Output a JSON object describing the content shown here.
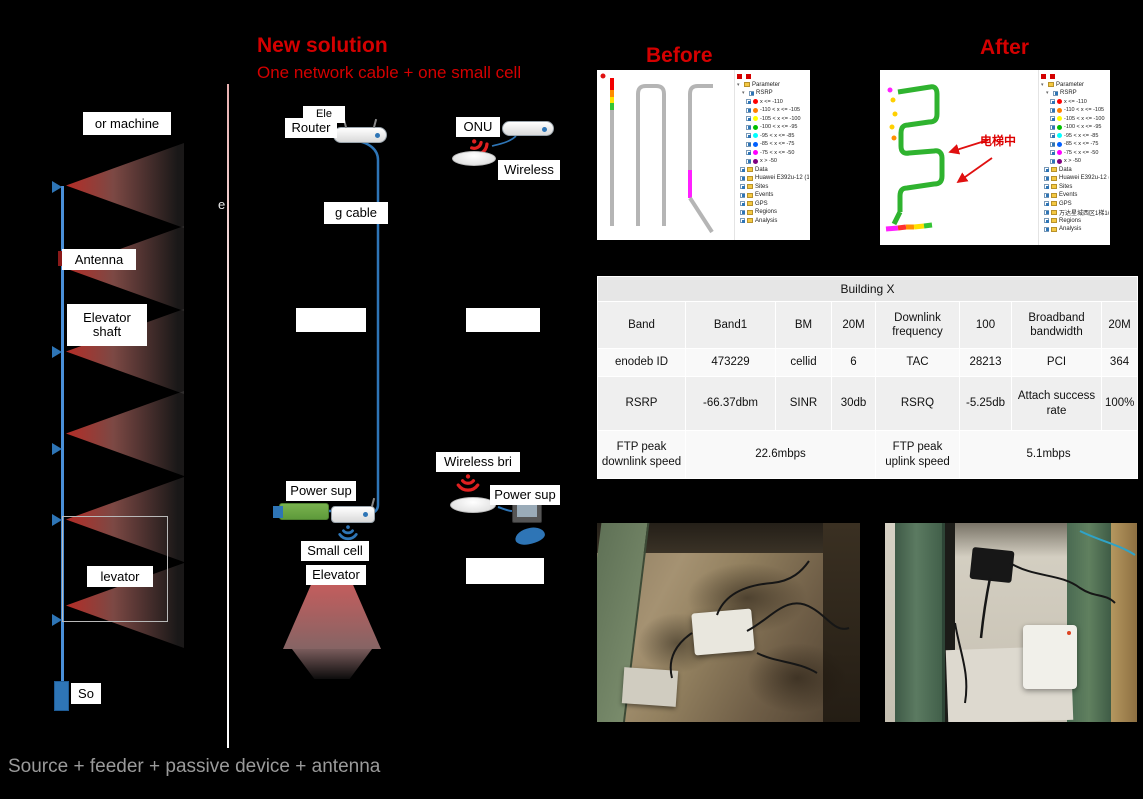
{
  "page": {
    "bg": "#000000",
    "accent": "#d40000"
  },
  "left_diagram": {
    "machine_room_label": "or machine",
    "antenna_label": "Antenna",
    "shaft_label_line1": "Elevator",
    "shaft_label_line2": "shaft",
    "elevator_label": "levator",
    "source_label": "So",
    "stray_letter": "e",
    "caption": "Source + feeder + passive device + antenna"
  },
  "new_solution": {
    "title": "New solution",
    "subtitle": "One network cable + one small cell",
    "router_label": "Router",
    "top_hidden_label": "Ele",
    "cable_label": "g cable",
    "onu_label": "ONU",
    "wireless_label": "Wireless",
    "wireless_bridge_label": "Wireless bri",
    "power_supply_label_1": "Power sup",
    "power_supply_label_2": "Power sup",
    "small_cell_label": "Small cell",
    "elevator_label": "Elevator"
  },
  "comparison": {
    "before_title": "Before",
    "after_title": "After",
    "annotation": "电梯中",
    "legend": {
      "parameter": "Parameter",
      "rsrp": "RSRP",
      "ranges": [
        {
          "label": "x <= -110",
          "color": "#ff0000"
        },
        {
          "label": "-110 < x <= -105",
          "color": "#ff8000"
        },
        {
          "label": "-105 < x <= -100",
          "color": "#ffff00"
        },
        {
          "label": "-100 < x <= -95",
          "color": "#00c000"
        },
        {
          "label": "-95 < x <= -85",
          "color": "#00ffff"
        },
        {
          "label": "-85 < x <= -75",
          "color": "#0060ff"
        },
        {
          "label": "-75 < x <= -50",
          "color": "#ff00ff"
        },
        {
          "label": "x > -50",
          "color": "#800080"
        }
      ],
      "before_tree": [
        "Data",
        "Huawei E392u-12 (1)",
        "Sites",
        "Events",
        "GPS",
        "Regions",
        "Analysis"
      ],
      "after_tree": [
        "Data",
        "Huawei E392u-12 (1)",
        "Sites",
        "Events",
        "GPS",
        "万达星城西区1梯1#",
        "Regions",
        "Analysis"
      ]
    }
  },
  "table": {
    "title": "Building X",
    "rows": [
      [
        "Band",
        "Band1",
        "BM",
        "20M",
        "Downlink frequency",
        "100",
        "Broadband bandwidth",
        "20M"
      ],
      [
        "enodeb ID",
        "473229",
        "cellid",
        "6",
        "TAC",
        "28213",
        "PCI",
        "364"
      ],
      [
        "RSRP",
        "-66.37dbm",
        "SINR",
        "30db",
        "RSRQ",
        "-5.25db",
        "Attach success rate",
        "100%"
      ],
      [
        "FTP peak downlink speed",
        "22.6mbps",
        "FTP peak uplink speed",
        "5.1mbps"
      ]
    ]
  }
}
